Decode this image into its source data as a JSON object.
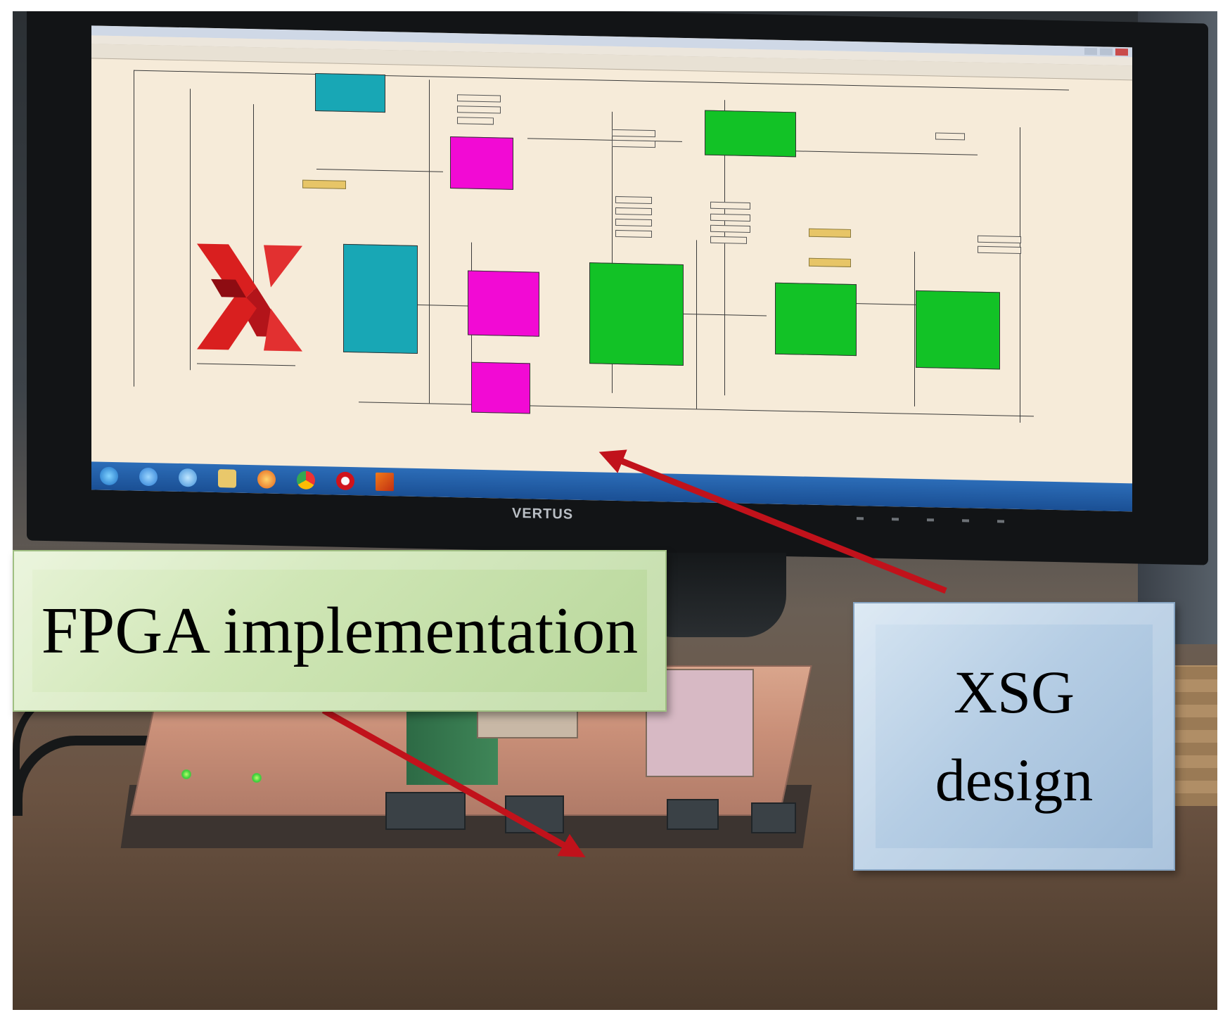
{
  "labels": {
    "fpga": "FPGA implementation",
    "xsg_line1": "XSG",
    "xsg_line2": "design"
  },
  "monitor": {
    "brand": "VERTUS"
  },
  "colors": {
    "teal_block": "#18a7b5",
    "magenta_block": "#f20ad4",
    "green_block": "#12c226",
    "xilinx_logo": "#d91f1f",
    "arrow": "#c1121b",
    "fpga_label_bg": "#cfe6b5",
    "xsg_label_bg": "#b5cde4"
  },
  "icons": [
    "xilinx-logo-icon",
    "start-orb-icon",
    "ie-icon",
    "explorer-icon",
    "firefox-icon",
    "chrome-icon",
    "opera-icon",
    "matlab-icon"
  ]
}
